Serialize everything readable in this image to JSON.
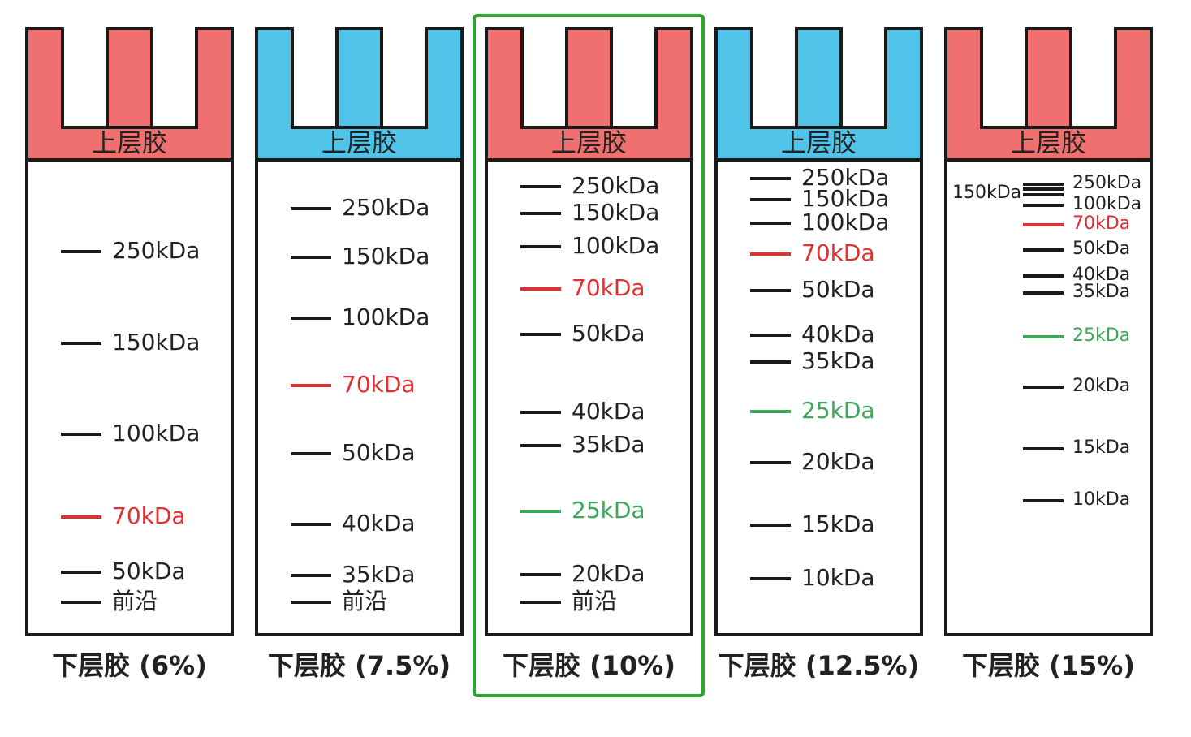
{
  "colors": {
    "red": "#f07070",
    "blue": "#4fc4e8",
    "band": "#1a1a1a",
    "band_red": "#e03030",
    "band_green": "#3ea85a",
    "selected_frame": "#2ea52e"
  },
  "gels": [
    {
      "id": "6",
      "upper_label": "上层胶",
      "lower_label": "下层胶 (6%)",
      "stacking_color": "red",
      "selected": false,
      "bands": [
        {
          "label": "250kDa",
          "color": "black"
        },
        {
          "label": "150kDa",
          "color": "black"
        },
        {
          "label": "100kDa",
          "color": "black"
        },
        {
          "label": "70kDa",
          "color": "red"
        },
        {
          "label": "50kDa",
          "color": "black"
        },
        {
          "label": "前沿",
          "color": "black"
        }
      ]
    },
    {
      "id": "7.5",
      "upper_label": "上层胶",
      "lower_label": "下层胶 (7.5%)",
      "stacking_color": "blue",
      "selected": false,
      "bands": [
        {
          "label": "250kDa",
          "color": "black"
        },
        {
          "label": "150kDa",
          "color": "black"
        },
        {
          "label": "100kDa",
          "color": "black"
        },
        {
          "label": "70kDa",
          "color": "red"
        },
        {
          "label": "50kDa",
          "color": "black"
        },
        {
          "label": "40kDa",
          "color": "black"
        },
        {
          "label": "35kDa",
          "color": "black"
        },
        {
          "label": "前沿",
          "color": "black"
        }
      ]
    },
    {
      "id": "10",
      "upper_label": "上层胶",
      "lower_label": "下层胶 (10%)",
      "stacking_color": "red",
      "selected": true,
      "bands": [
        {
          "label": "250kDa",
          "color": "black"
        },
        {
          "label": "150kDa",
          "color": "black"
        },
        {
          "label": "100kDa",
          "color": "black"
        },
        {
          "label": "70kDa",
          "color": "red"
        },
        {
          "label": "50kDa",
          "color": "black"
        },
        {
          "label": "40kDa",
          "color": "black"
        },
        {
          "label": "35kDa",
          "color": "black"
        },
        {
          "label": "25kDa",
          "color": "green"
        },
        {
          "label": "20kDa",
          "color": "black"
        },
        {
          "label": "前沿",
          "color": "black"
        }
      ]
    },
    {
      "id": "12.5",
      "upper_label": "上层胶",
      "lower_label": "下层胶 (12.5%)",
      "stacking_color": "blue",
      "selected": false,
      "bands": [
        {
          "label": "250kDa",
          "color": "black"
        },
        {
          "label": "150kDa",
          "color": "black"
        },
        {
          "label": "100kDa",
          "color": "black"
        },
        {
          "label": "70kDa",
          "color": "red"
        },
        {
          "label": "50kDa",
          "color": "black"
        },
        {
          "label": "40kDa",
          "color": "black"
        },
        {
          "label": "35kDa",
          "color": "black"
        },
        {
          "label": "25kDa",
          "color": "green"
        },
        {
          "label": "20kDa",
          "color": "black"
        },
        {
          "label": "15kDa",
          "color": "black"
        },
        {
          "label": "10kDa",
          "color": "black"
        }
      ]
    },
    {
      "id": "15",
      "upper_label": "上层胶",
      "lower_label": "下层胶 (15%)",
      "stacking_color": "red",
      "selected": false,
      "bands": [
        {
          "label": "250kDa",
          "color": "black"
        },
        {
          "label": "150kDa",
          "color": "black"
        },
        {
          "label": "100kDa",
          "color": "black"
        },
        {
          "label": "70kDa",
          "color": "red"
        },
        {
          "label": "50kDa",
          "color": "black"
        },
        {
          "label": "40kDa",
          "color": "black"
        },
        {
          "label": "35kDa",
          "color": "black"
        },
        {
          "label": "25kDa",
          "color": "green"
        },
        {
          "label": "20kDa",
          "color": "black"
        },
        {
          "label": "15kDa",
          "color": "black"
        },
        {
          "label": "10kDa",
          "color": "black"
        }
      ]
    }
  ]
}
